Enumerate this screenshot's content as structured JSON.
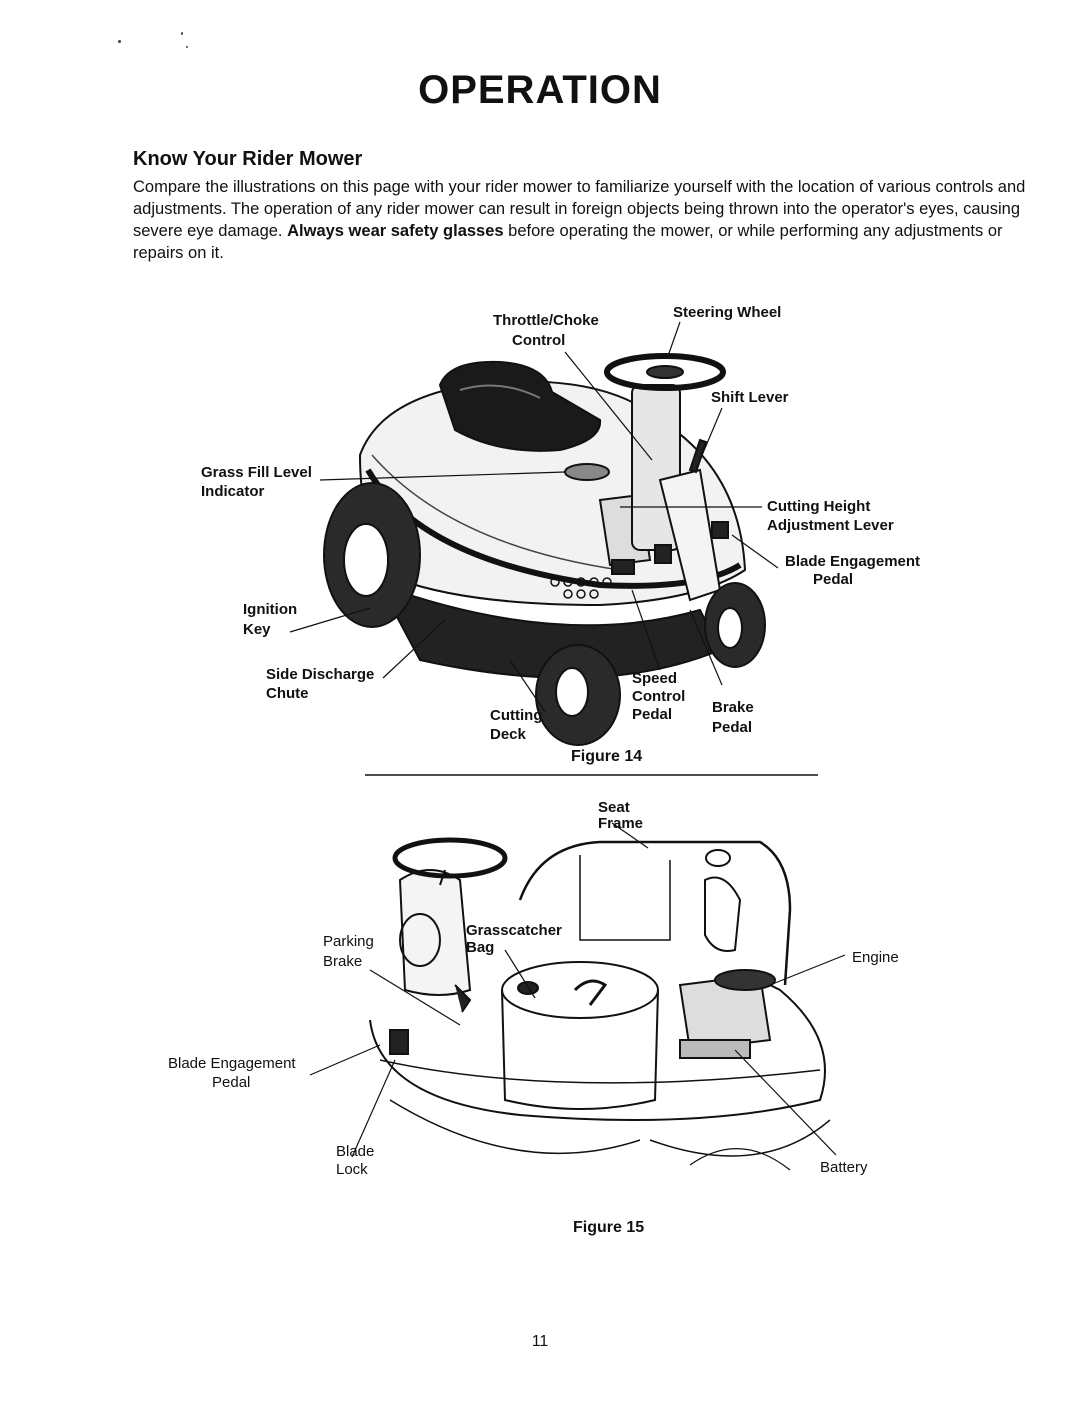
{
  "page": {
    "title": "OPERATION",
    "subheading": "Know Your Rider Mower",
    "intro_part1": "Compare the illustrations on this page with your rider mower to familiarize yourself with the location of various controls and adjustments. The operation of any rider mower can result in foreign objects being thrown into the operator's eyes, causing severe eye damage.",
    "intro_bold": "Always wear safety glasses",
    "intro_part2": "before operating the mower, or while performing any adjustments or repairs on it.",
    "page_number": "11"
  },
  "figure14": {
    "caption": "Figure 14",
    "labels": {
      "throttle_1": "Throttle/Choke",
      "throttle_2": "Control",
      "steering_wheel": "Steering Wheel",
      "shift_lever": "Shift Lever",
      "grass_fill_1": "Grass Fill Level",
      "grass_fill_2": "Indicator",
      "cutting_height_1": "Cutting Height",
      "cutting_height_2": "Adjustment Lever",
      "blade_engagement_1": "Blade Engagement",
      "blade_engagement_2": "Pedal",
      "ignition_1": "Ignition",
      "ignition_2": "Key",
      "side_discharge_1": "Side Discharge",
      "side_discharge_2": "Chute",
      "speed_1": "Speed",
      "speed_2": "Control",
      "speed_3": "Pedal",
      "brake_1": "Brake",
      "brake_2": "Pedal",
      "cutting_deck_1": "Cutting",
      "cutting_deck_2": "Deck"
    }
  },
  "figure15": {
    "caption": "Figure 15",
    "labels": {
      "seat_frame_1": "Seat",
      "seat_frame_2": "Frame",
      "grasscatcher_1": "Grasscatcher",
      "grasscatcher_2": "Bag",
      "parking_brake_1": "Parking",
      "parking_brake_2": "Brake",
      "engine": "Engine",
      "blade_engagement_1": "Blade Engagement",
      "blade_engagement_2": "Pedal",
      "blade_lock_1": "Blade",
      "blade_lock_2": "Lock",
      "battery": "Battery"
    }
  }
}
